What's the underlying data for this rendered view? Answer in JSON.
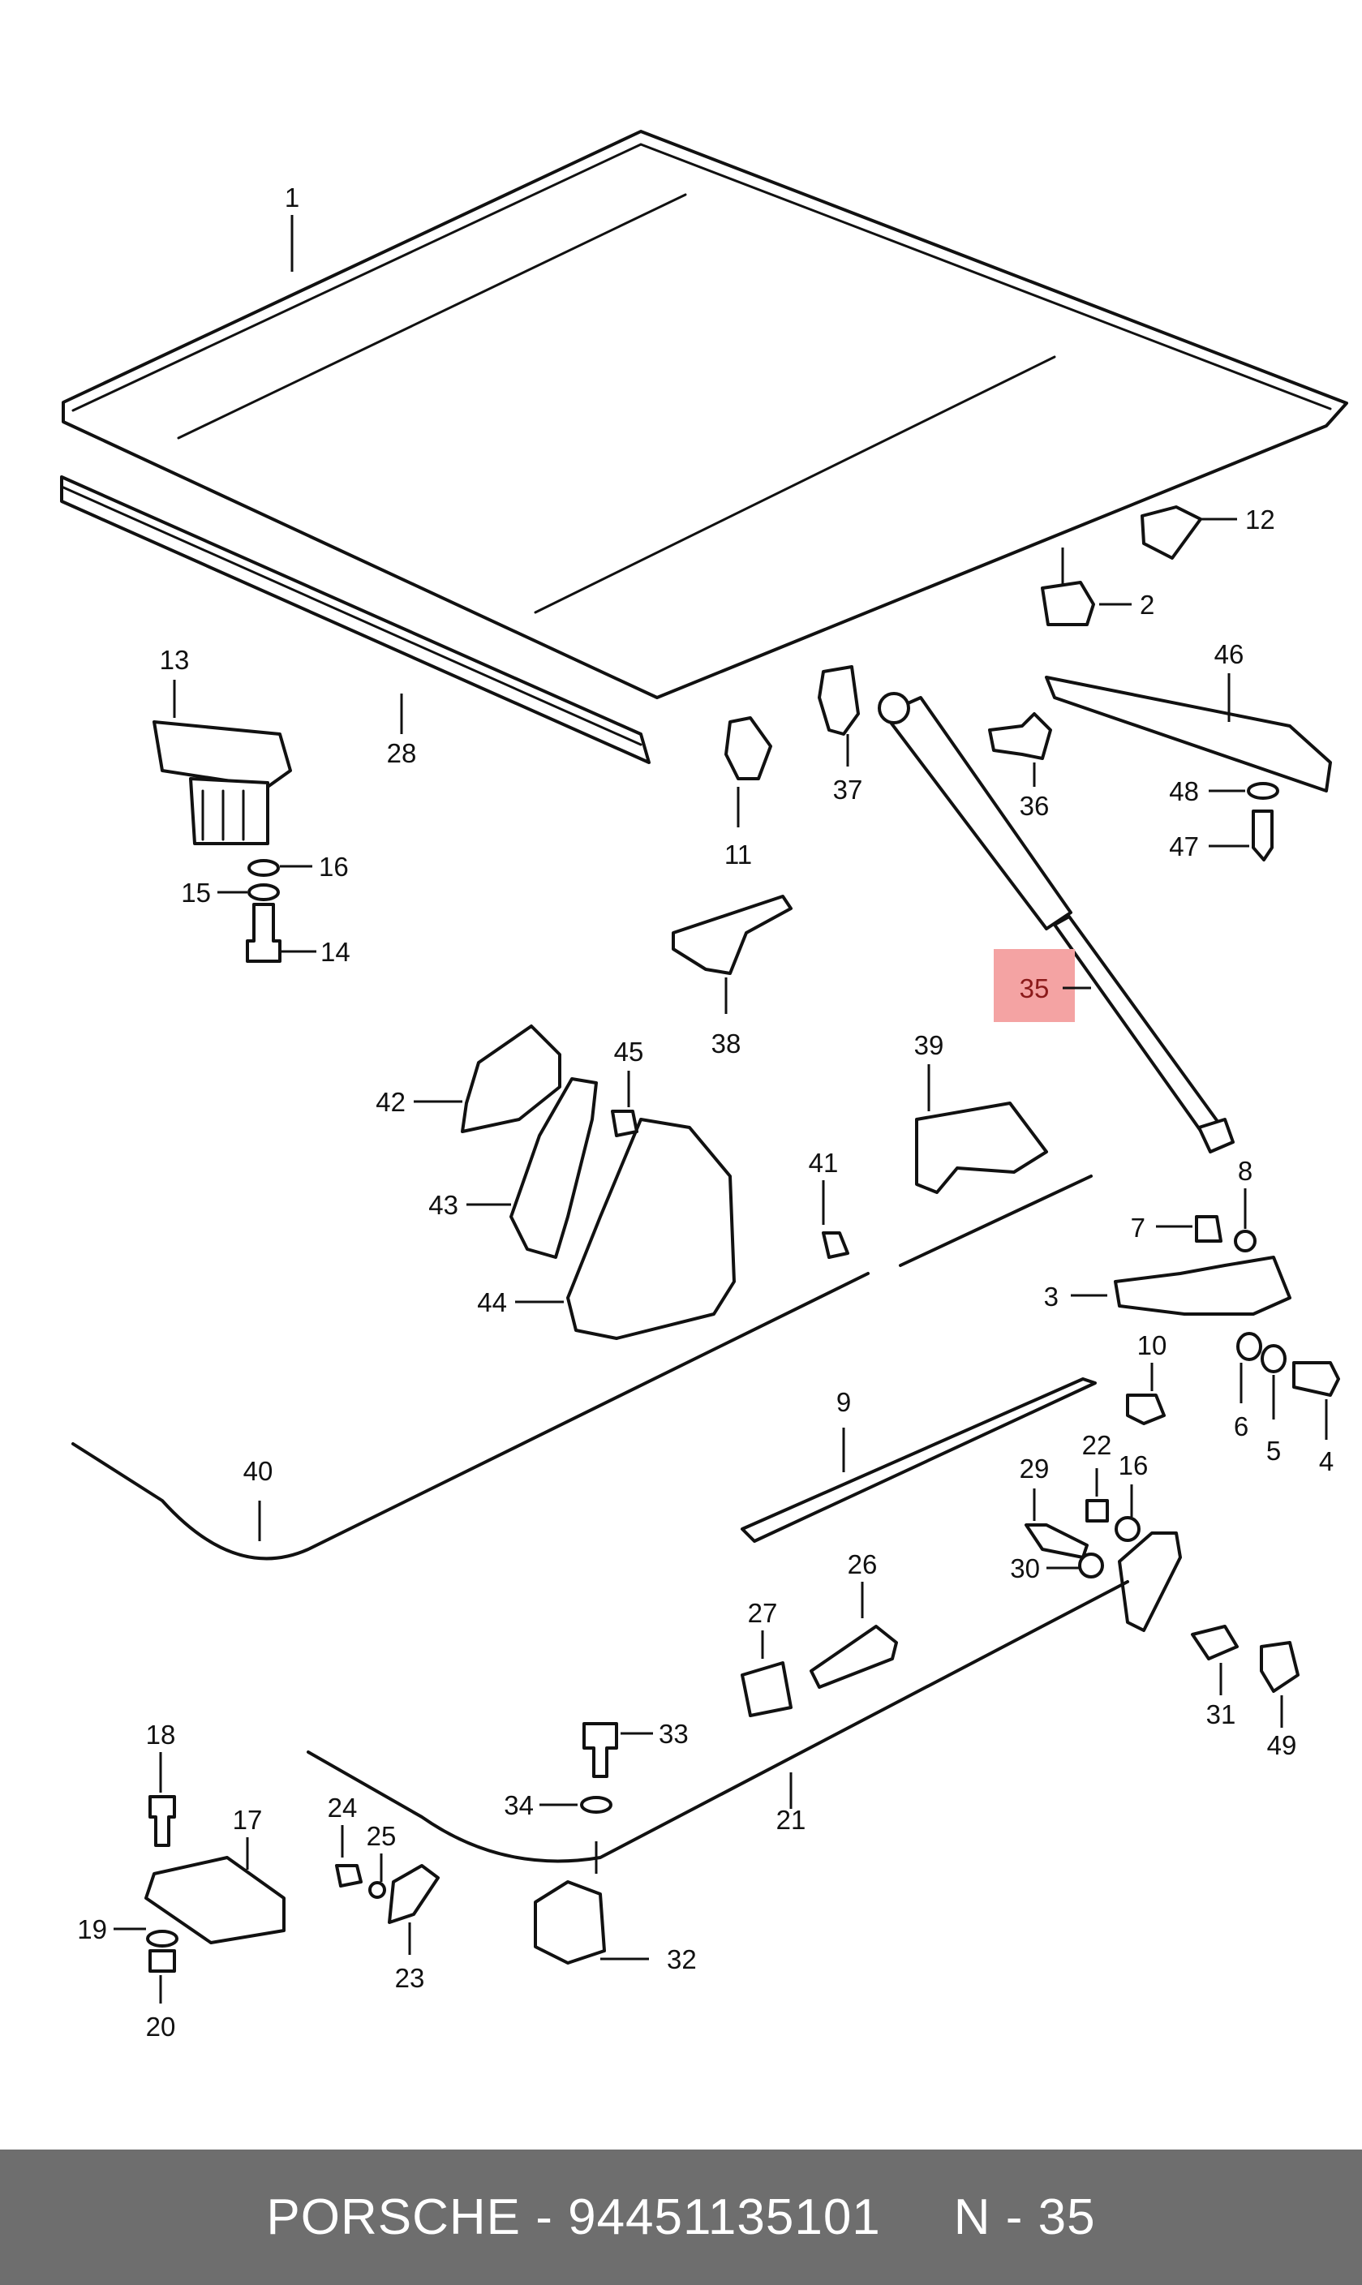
{
  "diagram": {
    "callouts": [
      {
        "id": "1"
      },
      {
        "id": "2"
      },
      {
        "id": "3"
      },
      {
        "id": "4"
      },
      {
        "id": "5"
      },
      {
        "id": "6"
      },
      {
        "id": "7"
      },
      {
        "id": "8"
      },
      {
        "id": "9"
      },
      {
        "id": "10"
      },
      {
        "id": "11"
      },
      {
        "id": "12"
      },
      {
        "id": "13"
      },
      {
        "id": "14"
      },
      {
        "id": "15"
      },
      {
        "id": "16"
      },
      {
        "id": "16"
      },
      {
        "id": "17"
      },
      {
        "id": "18"
      },
      {
        "id": "19"
      },
      {
        "id": "20"
      },
      {
        "id": "21"
      },
      {
        "id": "22"
      },
      {
        "id": "23"
      },
      {
        "id": "24"
      },
      {
        "id": "25"
      },
      {
        "id": "26"
      },
      {
        "id": "27"
      },
      {
        "id": "28"
      },
      {
        "id": "29"
      },
      {
        "id": "30"
      },
      {
        "id": "31"
      },
      {
        "id": "32"
      },
      {
        "id": "33"
      },
      {
        "id": "34"
      },
      {
        "id": "35"
      },
      {
        "id": "36"
      },
      {
        "id": "37"
      },
      {
        "id": "38"
      },
      {
        "id": "39"
      },
      {
        "id": "40"
      },
      {
        "id": "41"
      },
      {
        "id": "42"
      },
      {
        "id": "43"
      },
      {
        "id": "44"
      },
      {
        "id": "45"
      },
      {
        "id": "46"
      },
      {
        "id": "47"
      },
      {
        "id": "48"
      },
      {
        "id": "49"
      }
    ],
    "highlighted_callout": "35",
    "colors": {
      "line": "#111111",
      "highlight": "#f4a3a3",
      "footer_background": "#6e6e6e",
      "footer_text": "#ffffff"
    }
  },
  "footer": {
    "part_label": "PORSCHE - 94451135101",
    "position_label": "N - 35"
  }
}
